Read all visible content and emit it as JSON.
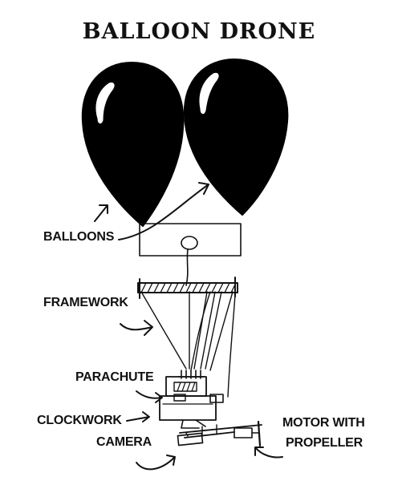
{
  "title": "BALLOON DRONE",
  "labels": {
    "balloons": "BALLOONS",
    "framework": "FRAMEWORK",
    "parachute": "PARACHUTE",
    "clockwork": "CLOCKWORK",
    "camera": "CAMERA",
    "motor_line1": "MOTOR WITH",
    "motor_line2": "PROPELLER"
  }
}
